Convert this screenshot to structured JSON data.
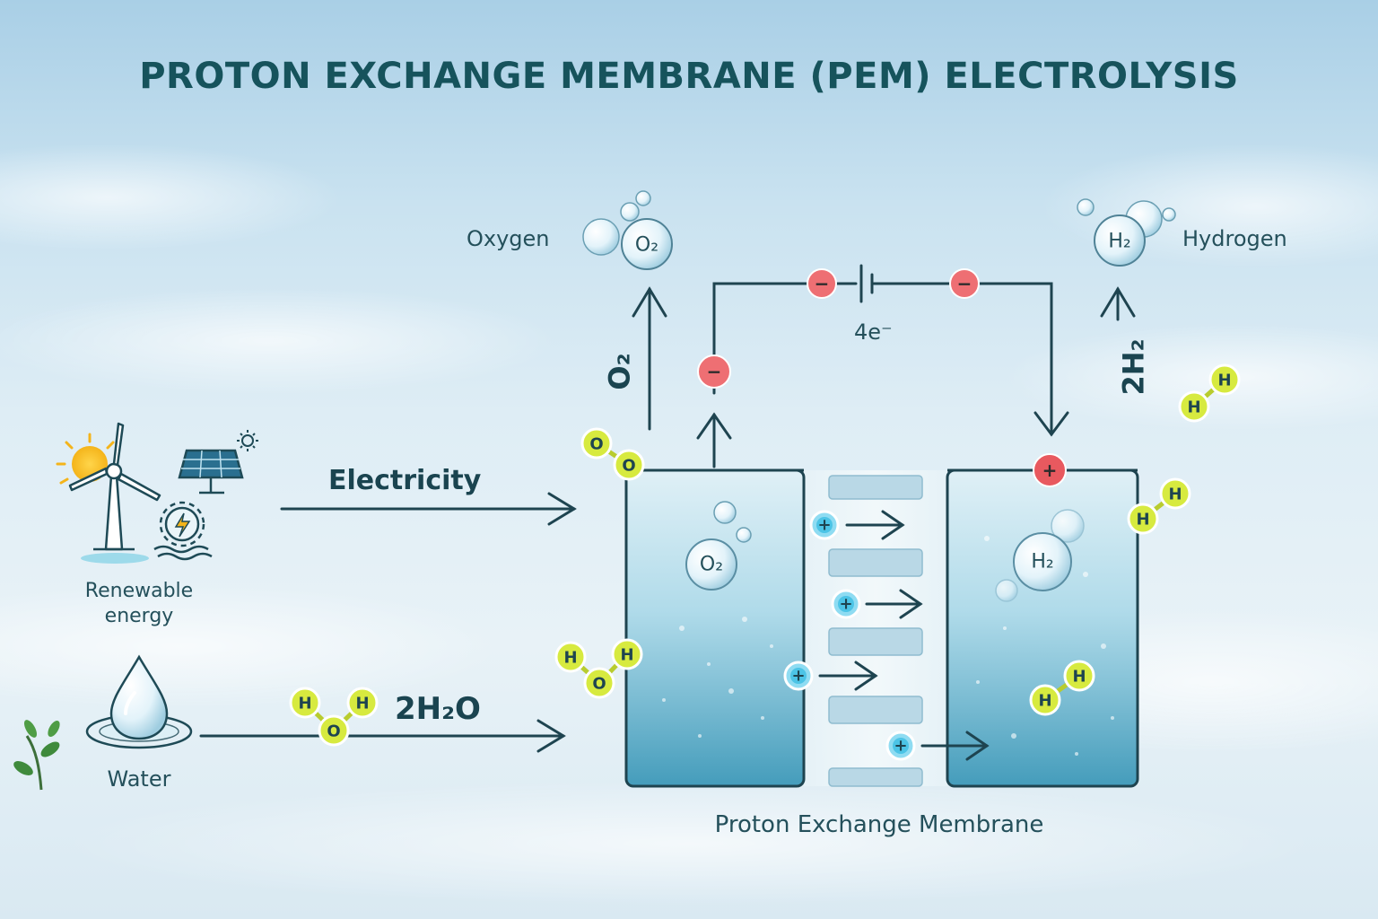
{
  "title": "PROTON EXCHANGE MEMBRANE (PEM) ELECTROLYSIS",
  "labels": {
    "oxygen": "Oxygen",
    "hydrogen": "Hydrogen",
    "o2_formula": "O₂",
    "h2_formula": "H₂",
    "o2_vertical": "O₂",
    "h2_vertical": "2H₂",
    "electrons": "4e⁻",
    "electricity": "Electricity",
    "renewable": "Renewable",
    "energy": "energy",
    "water": "Water",
    "water_formula": "2H₂O",
    "membrane": "Proton Exchange Membrane"
  },
  "symbols": {
    "minus": "−",
    "plus": "+",
    "h_atom": "H",
    "o_atom": "O"
  },
  "colors": {
    "title": "#16535c",
    "line": "#1e4450",
    "negative": "#ee6f73",
    "positive_terminal": "#e8595f",
    "atom": "#d7ea3f",
    "proton": "#4cc4e6",
    "water": "#5fb4cf"
  }
}
